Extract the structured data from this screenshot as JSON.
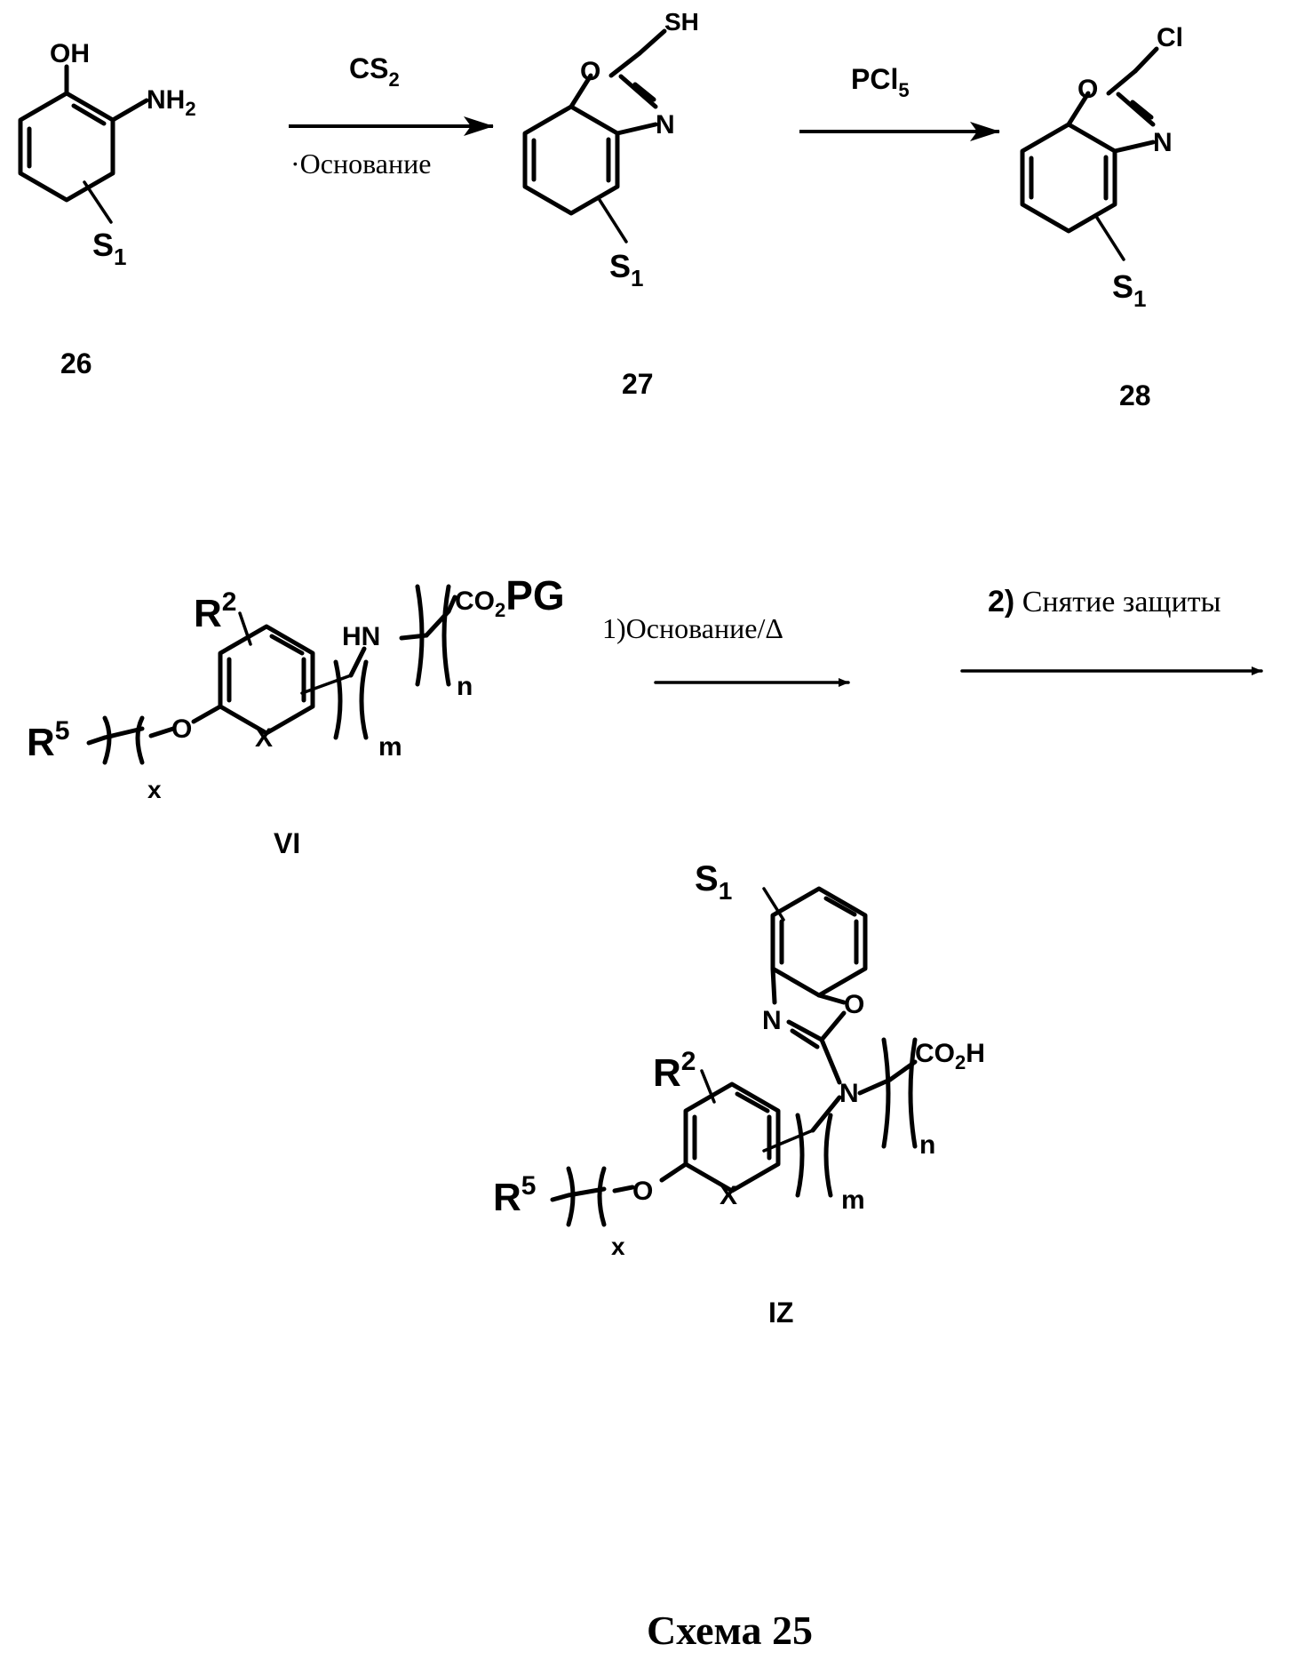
{
  "reaction_1": {
    "compound_26": {
      "label": "26",
      "oh": "OH",
      "nh2": "NH",
      "nh2_sub": "2",
      "sub": "S",
      "sub_idx": "1"
    },
    "arrow_1": {
      "reagent": "CS",
      "reagent_sub": "2",
      "condition": "·Основание"
    },
    "compound_27": {
      "label": "27",
      "sh": "SH",
      "o": "O",
      "n": "N",
      "sub": "S",
      "sub_idx": "1"
    },
    "arrow_2": {
      "reagent": "PCl",
      "reagent_sub": "5"
    },
    "compound_28": {
      "label": "28",
      "cl": "Cl",
      "o": "O",
      "n": "N",
      "sub": "S",
      "sub_idx": "1"
    }
  },
  "reaction_2": {
    "compound_VI": {
      "label": "VI",
      "r2": "R",
      "r2_sup": "2",
      "r5": "R",
      "r5_sup": "5",
      "o": "O",
      "x_ring": "X",
      "x_sub": "x",
      "m": "m",
      "n": "n",
      "hn": "HN",
      "co2": "CO",
      "co2_sub": "2",
      "pg": "PG"
    },
    "step_1": {
      "text": "1)Основание/Δ"
    },
    "step_2": {
      "num": "2)",
      "text": " Снятие защиты"
    },
    "compound_IZ": {
      "label": "IZ",
      "s": "S",
      "s_idx": "1",
      "n_ox": "N",
      "o_ox": "O",
      "n_amine": "N",
      "co2h": "CO",
      "co2h_sub": "2",
      "co2h_h": "H",
      "r2": "R",
      "r2_sup": "2",
      "r5": "R",
      "r5_sup": "5",
      "o": "O",
      "x_ring": "X",
      "x_sub": "x",
      "m": "m",
      "n": "n"
    }
  },
  "caption": "Схема 25"
}
